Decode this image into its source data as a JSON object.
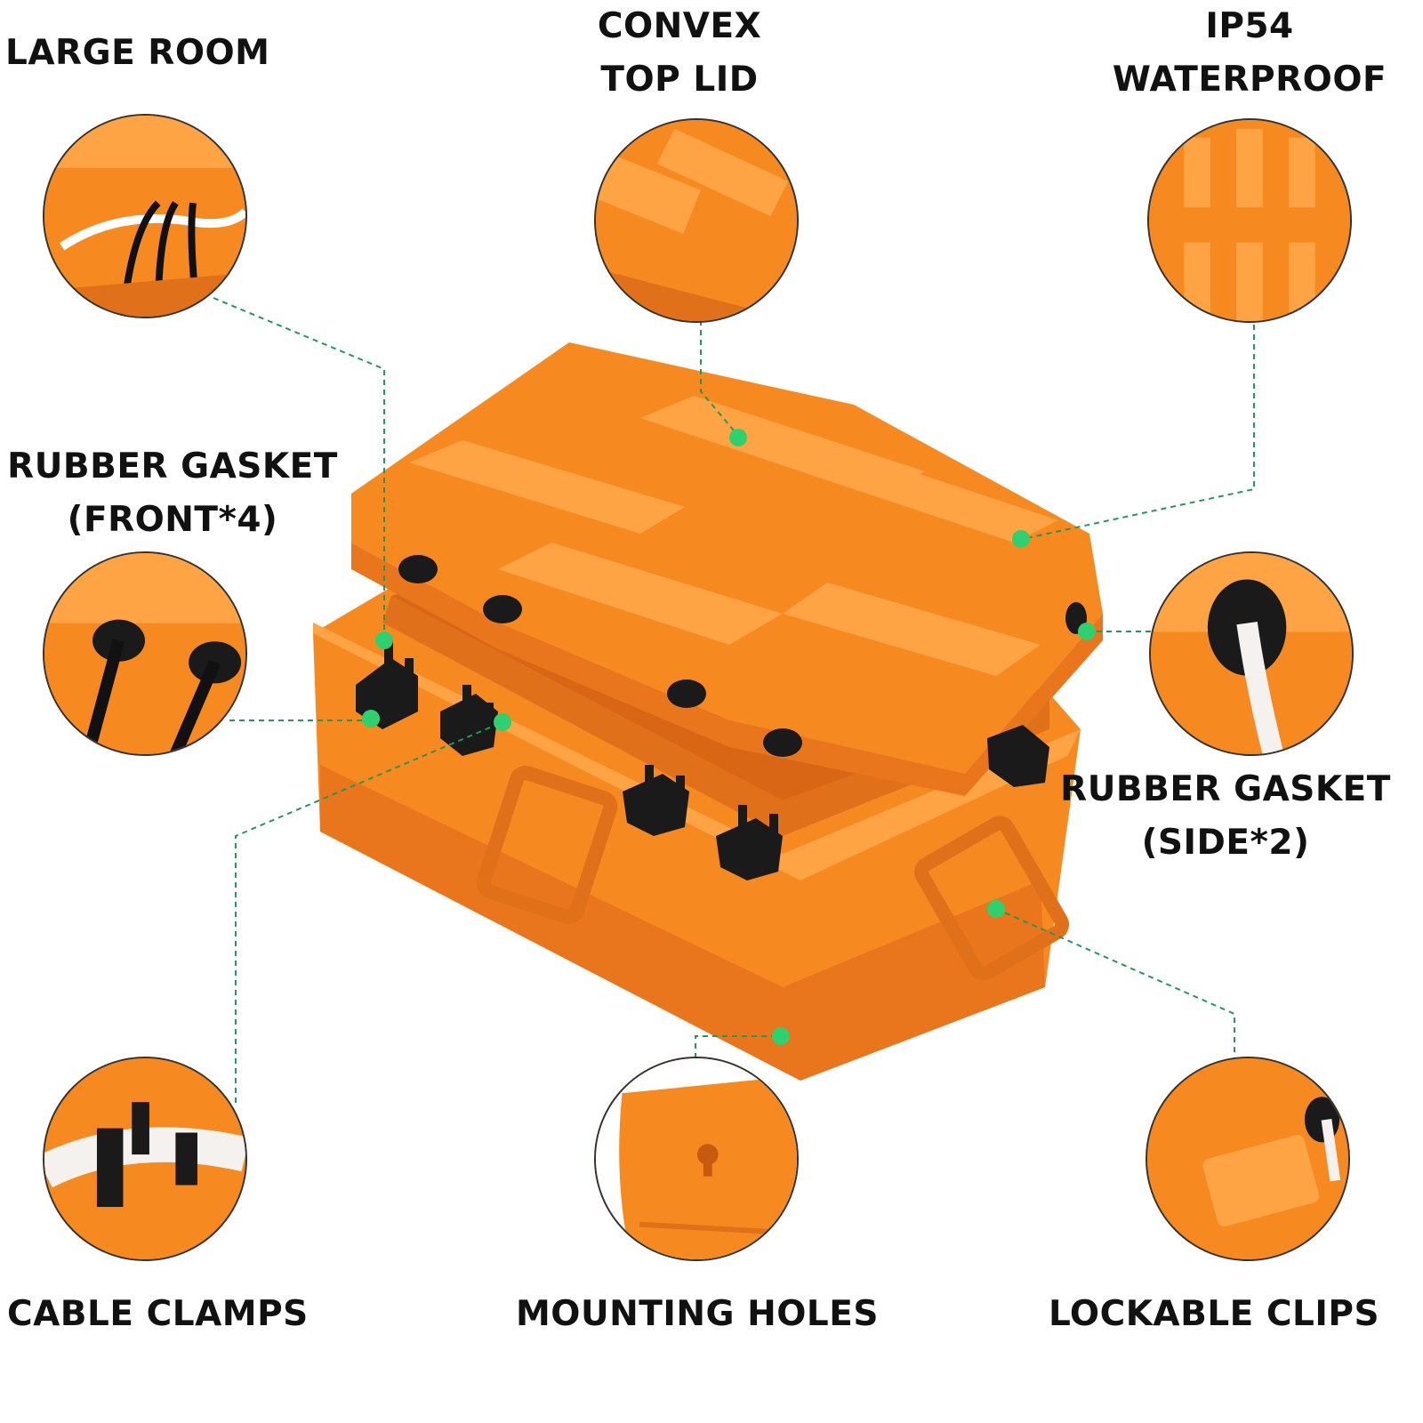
{
  "features": {
    "large_room": "LARGE ROOM",
    "convex_top_lid": {
      "line1": "CONVEX",
      "line2": "TOP LID"
    },
    "ip54_waterproof": {
      "line1": "IP54",
      "line2": "WATERPROOF"
    },
    "rubber_gasket_front": {
      "line1": "RUBBER GASKET",
      "line2": "(FRONT*4)"
    },
    "rubber_gasket_side": {
      "line1": "RUBBER GASKET",
      "line2": "(SIDE*2)"
    },
    "cable_clamps": "CABLE CLAMPS",
    "mounting_holes": "MOUNTING HOLES",
    "lockable_clips": "LOCKABLE CLIPS"
  },
  "colors": {
    "box_orange": "#f6891f",
    "box_dark_orange": "#e0701a",
    "box_light_orange": "#ffa445",
    "gasket_black": "#1a1a1a",
    "callout_green": "#2ed06f",
    "leader_green": "#1f9a5a"
  }
}
